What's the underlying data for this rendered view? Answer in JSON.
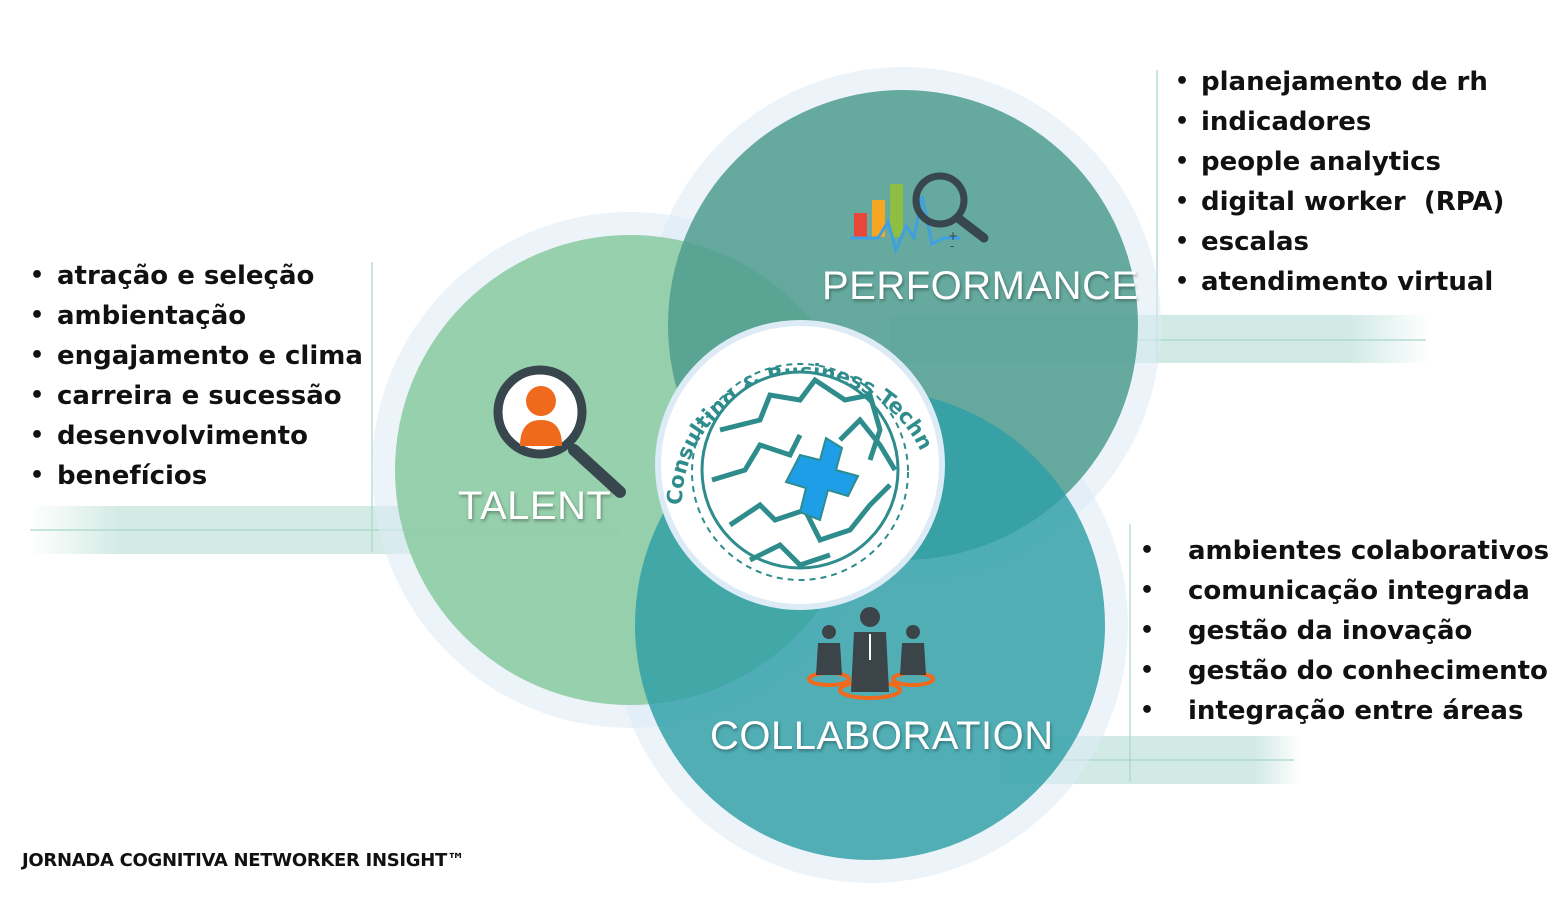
{
  "diagram": {
    "center": {
      "arc_text": "Consulting & Business Technology",
      "icon": "puzzle-globe-icon"
    },
    "circles": [
      {
        "id": "talent",
        "title": "TALENT",
        "color": "#8fcca5",
        "icon": "magnifier-person-icon",
        "items": [
          "atração e seleção",
          "ambientação",
          "engajamento e clima",
          "carreira e sucessão",
          "desenvolvimento",
          "benefícios"
        ]
      },
      {
        "id": "performance",
        "title": "PERFORMANCE",
        "color": "#5aa699",
        "icon": "analytics-chart-magnifier-icon",
        "items": [
          "planejamento de rh",
          "indicadores",
          "people analytics",
          "digital worker  (RPA)",
          "escalas",
          "atendimento virtual"
        ]
      },
      {
        "id": "collaboration",
        "title": "COLLABORATION",
        "color": "#3aa7ae",
        "icon": "business-team-icon",
        "items": [
          "ambientes colaborativos",
          "comunicação integrada",
          "gestão da inovação",
          "gestão do conhecimento",
          "integração entre áreas"
        ]
      }
    ],
    "footer": "JORNADA COGNITIVA NETWORKER INSIGHT™"
  }
}
